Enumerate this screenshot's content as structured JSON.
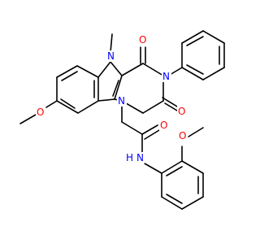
{
  "molecule": {
    "colors": {
      "bond": "#000000",
      "N": "#0000FF",
      "O": "#FF0000",
      "C": "#000000"
    },
    "labels": {
      "n_indole": "N",
      "methyl_on_n": "",
      "o_carbonyl_top": "O",
      "n_imide": "N",
      "o_carbonyl_right": "O",
      "n_ring_lower": "N",
      "o_methoxy_left": "O",
      "o_amide": "O",
      "nh_amide": "H",
      "nh_amide_n": "N",
      "o_methoxy_right": "O"
    }
  }
}
